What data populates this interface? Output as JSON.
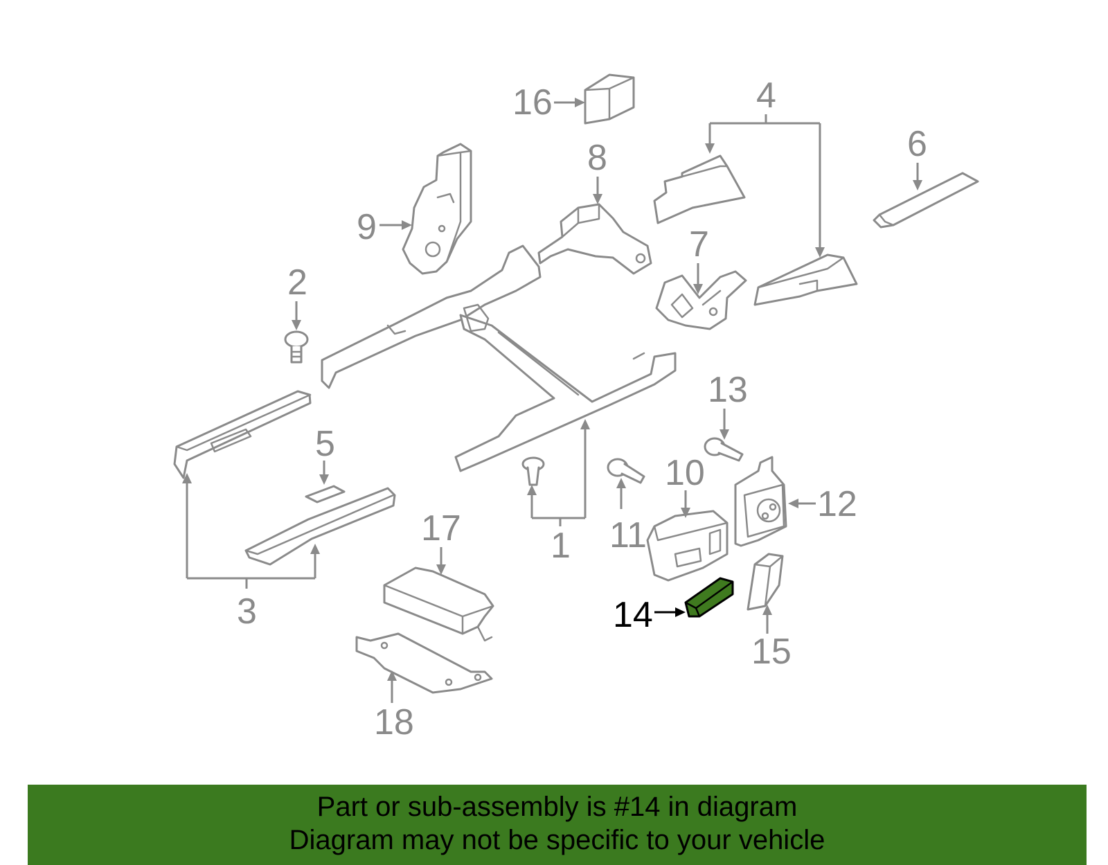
{
  "callouts": {
    "c1": "1",
    "c2": "2",
    "c3": "3",
    "c4": "4",
    "c5": "5",
    "c6": "6",
    "c7": "7",
    "c8": "8",
    "c9": "9",
    "c10": "10",
    "c11": "11",
    "c12": "12",
    "c13": "13",
    "c14": "14",
    "c15": "15",
    "c16": "16",
    "c17": "17",
    "c18": "18"
  },
  "highlight": {
    "part": "14",
    "color": "#3f7a1f"
  },
  "banner": {
    "line1": "Part or sub-assembly is #14 in diagram",
    "line2": "Diagram may not be specific to your vehicle",
    "color": "#3b7a1f"
  },
  "colors": {
    "line": "#8a8a8a",
    "highlight_outline": "#000000"
  }
}
